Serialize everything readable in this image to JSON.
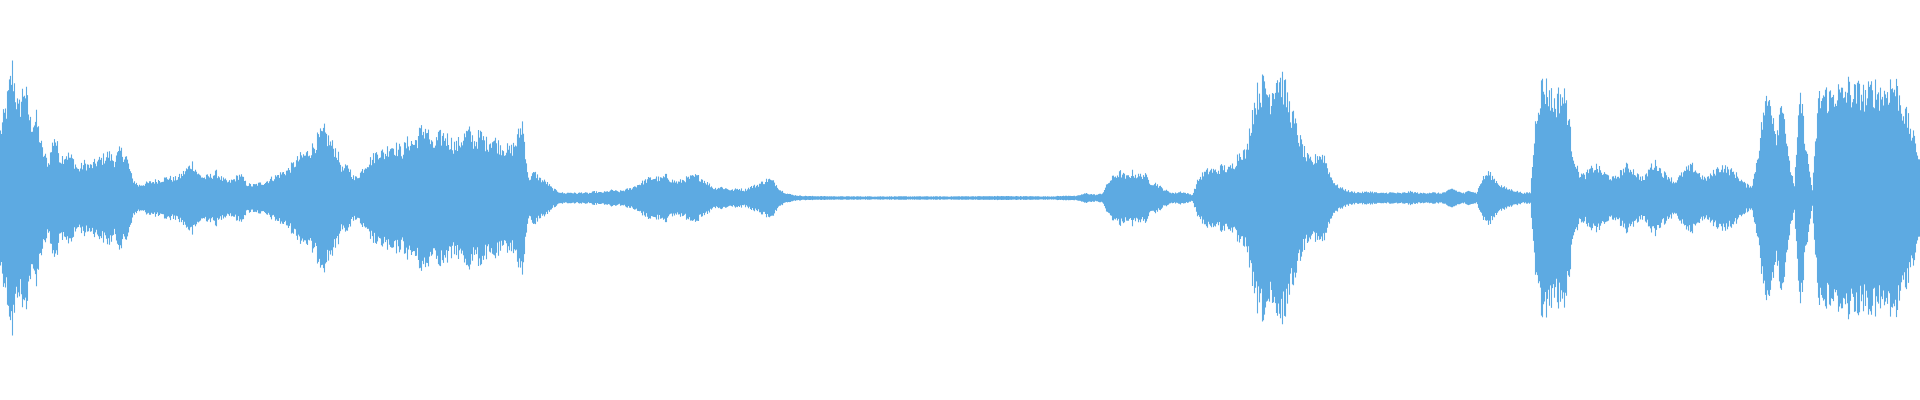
{
  "waveform": {
    "color": "#5DAAE2",
    "background": "#FFFFFF",
    "envelope": [
      [
        0,
        0.42
      ],
      [
        6,
        0.58
      ],
      [
        12,
        0.82
      ],
      [
        18,
        0.55
      ],
      [
        24,
        0.72
      ],
      [
        30,
        0.48
      ],
      [
        36,
        0.5
      ],
      [
        42,
        0.3
      ],
      [
        48,
        0.22
      ],
      [
        54,
        0.4
      ],
      [
        60,
        0.25
      ],
      [
        66,
        0.28
      ],
      [
        72,
        0.25
      ],
      [
        78,
        0.18
      ],
      [
        84,
        0.22
      ],
      [
        90,
        0.2
      ],
      [
        96,
        0.23
      ],
      [
        102,
        0.25
      ],
      [
        108,
        0.28
      ],
      [
        114,
        0.24
      ],
      [
        120,
        0.3
      ],
      [
        126,
        0.26
      ],
      [
        132,
        0.12
      ],
      [
        138,
        0.08
      ],
      [
        144,
        0.09
      ],
      [
        150,
        0.1
      ],
      [
        156,
        0.11
      ],
      [
        162,
        0.12
      ],
      [
        168,
        0.13
      ],
      [
        174,
        0.12
      ],
      [
        180,
        0.14
      ],
      [
        186,
        0.18
      ],
      [
        192,
        0.22
      ],
      [
        198,
        0.15
      ],
      [
        204,
        0.13
      ],
      [
        210,
        0.14
      ],
      [
        216,
        0.16
      ],
      [
        222,
        0.12
      ],
      [
        228,
        0.1
      ],
      [
        234,
        0.12
      ],
      [
        240,
        0.15
      ],
      [
        246,
        0.09
      ],
      [
        252,
        0.08
      ],
      [
        258,
        0.09
      ],
      [
        264,
        0.1
      ],
      [
        270,
        0.12
      ],
      [
        276,
        0.14
      ],
      [
        282,
        0.16
      ],
      [
        288,
        0.18
      ],
      [
        294,
        0.22
      ],
      [
        300,
        0.26
      ],
      [
        306,
        0.28
      ],
      [
        312,
        0.32
      ],
      [
        318,
        0.38
      ],
      [
        324,
        0.42
      ],
      [
        330,
        0.35
      ],
      [
        336,
        0.3
      ],
      [
        342,
        0.18
      ],
      [
        348,
        0.2
      ],
      [
        354,
        0.12
      ],
      [
        360,
        0.16
      ],
      [
        366,
        0.22
      ],
      [
        372,
        0.25
      ],
      [
        378,
        0.3
      ],
      [
        384,
        0.28
      ],
      [
        390,
        0.34
      ],
      [
        396,
        0.32
      ],
      [
        402,
        0.3
      ],
      [
        408,
        0.36
      ],
      [
        414,
        0.35
      ],
      [
        420,
        0.42
      ],
      [
        426,
        0.45
      ],
      [
        432,
        0.32
      ],
      [
        438,
        0.38
      ],
      [
        444,
        0.4
      ],
      [
        450,
        0.36
      ],
      [
        456,
        0.33
      ],
      [
        462,
        0.38
      ],
      [
        468,
        0.42
      ],
      [
        474,
        0.36
      ],
      [
        480,
        0.4
      ],
      [
        486,
        0.35
      ],
      [
        492,
        0.38
      ],
      [
        498,
        0.34
      ],
      [
        504,
        0.32
      ],
      [
        510,
        0.3
      ],
      [
        516,
        0.36
      ],
      [
        522,
        0.48
      ],
      [
        528,
        0.12
      ],
      [
        534,
        0.16
      ],
      [
        540,
        0.12
      ],
      [
        546,
        0.1
      ],
      [
        552,
        0.06
      ],
      [
        558,
        0.04
      ],
      [
        564,
        0.03
      ],
      [
        570,
        0.035
      ],
      [
        576,
        0.03
      ],
      [
        582,
        0.035
      ],
      [
        588,
        0.03
      ],
      [
        594,
        0.04
      ],
      [
        600,
        0.035
      ],
      [
        606,
        0.04
      ],
      [
        612,
        0.05
      ],
      [
        618,
        0.04
      ],
      [
        624,
        0.05
      ],
      [
        630,
        0.06
      ],
      [
        636,
        0.08
      ],
      [
        642,
        0.1
      ],
      [
        648,
        0.12
      ],
      [
        654,
        0.13
      ],
      [
        660,
        0.12
      ],
      [
        666,
        0.14
      ],
      [
        672,
        0.11
      ],
      [
        678,
        0.1
      ],
      [
        684,
        0.12
      ],
      [
        690,
        0.13
      ],
      [
        696,
        0.14
      ],
      [
        702,
        0.12
      ],
      [
        708,
        0.09
      ],
      [
        714,
        0.06
      ],
      [
        720,
        0.07
      ],
      [
        726,
        0.06
      ],
      [
        732,
        0.05
      ],
      [
        738,
        0.06
      ],
      [
        744,
        0.05
      ],
      [
        750,
        0.07
      ],
      [
        756,
        0.08
      ],
      [
        762,
        0.1
      ],
      [
        768,
        0.12
      ],
      [
        774,
        0.1
      ],
      [
        780,
        0.05
      ],
      [
        786,
        0.03
      ],
      [
        792,
        0.02
      ],
      [
        798,
        0.015
      ],
      [
        810,
        0.012
      ],
      [
        850,
        0.01
      ],
      [
        900,
        0.01
      ],
      [
        950,
        0.01
      ],
      [
        1000,
        0.012
      ],
      [
        1050,
        0.01
      ],
      [
        1070,
        0.015
      ],
      [
        1076,
        0.012
      ],
      [
        1080,
        0.02
      ],
      [
        1086,
        0.03
      ],
      [
        1090,
        0.025
      ],
      [
        1096,
        0.02
      ],
      [
        1102,
        0.03
      ],
      [
        1108,
        0.1
      ],
      [
        1114,
        0.14
      ],
      [
        1120,
        0.16
      ],
      [
        1126,
        0.13
      ],
      [
        1132,
        0.16
      ],
      [
        1138,
        0.14
      ],
      [
        1144,
        0.15
      ],
      [
        1150,
        0.1
      ],
      [
        1156,
        0.09
      ],
      [
        1162,
        0.06
      ],
      [
        1168,
        0.04
      ],
      [
        1174,
        0.03
      ],
      [
        1180,
        0.04
      ],
      [
        1186,
        0.03
      ],
      [
        1192,
        0.02
      ],
      [
        1198,
        0.12
      ],
      [
        1204,
        0.16
      ],
      [
        1210,
        0.18
      ],
      [
        1216,
        0.17
      ],
      [
        1222,
        0.2
      ],
      [
        1228,
        0.18
      ],
      [
        1234,
        0.22
      ],
      [
        1240,
        0.3
      ],
      [
        1246,
        0.28
      ],
      [
        1252,
        0.55
      ],
      [
        1258,
        0.68
      ],
      [
        1264,
        0.72
      ],
      [
        1270,
        0.65
      ],
      [
        1276,
        0.78
      ],
      [
        1282,
        0.74
      ],
      [
        1288,
        0.6
      ],
      [
        1294,
        0.48
      ],
      [
        1300,
        0.36
      ],
      [
        1306,
        0.26
      ],
      [
        1312,
        0.22
      ],
      [
        1318,
        0.28
      ],
      [
        1324,
        0.26
      ],
      [
        1330,
        0.14
      ],
      [
        1336,
        0.08
      ],
      [
        1342,
        0.06
      ],
      [
        1350,
        0.04
      ],
      [
        1360,
        0.035
      ],
      [
        1370,
        0.04
      ],
      [
        1380,
        0.03
      ],
      [
        1390,
        0.035
      ],
      [
        1400,
        0.03
      ],
      [
        1410,
        0.04
      ],
      [
        1420,
        0.03
      ],
      [
        1430,
        0.035
      ],
      [
        1440,
        0.03
      ],
      [
        1446,
        0.04
      ],
      [
        1452,
        0.06
      ],
      [
        1458,
        0.04
      ],
      [
        1464,
        0.03
      ],
      [
        1470,
        0.05
      ],
      [
        1476,
        0.03
      ],
      [
        1482,
        0.12
      ],
      [
        1488,
        0.16
      ],
      [
        1494,
        0.12
      ],
      [
        1500,
        0.08
      ],
      [
        1506,
        0.06
      ],
      [
        1512,
        0.05
      ],
      [
        1518,
        0.04
      ],
      [
        1524,
        0.03
      ],
      [
        1530,
        0.035
      ],
      [
        1536,
        0.55
      ],
      [
        1542,
        0.72
      ],
      [
        1548,
        0.68
      ],
      [
        1554,
        0.6
      ],
      [
        1560,
        0.66
      ],
      [
        1566,
        0.62
      ],
      [
        1572,
        0.3
      ],
      [
        1578,
        0.16
      ],
      [
        1584,
        0.14
      ],
      [
        1590,
        0.18
      ],
      [
        1596,
        0.2
      ],
      [
        1602,
        0.16
      ],
      [
        1608,
        0.14
      ],
      [
        1614,
        0.12
      ],
      [
        1620,
        0.16
      ],
      [
        1626,
        0.2
      ],
      [
        1632,
        0.18
      ],
      [
        1638,
        0.14
      ],
      [
        1644,
        0.12
      ],
      [
        1650,
        0.2
      ],
      [
        1656,
        0.22
      ],
      [
        1662,
        0.16
      ],
      [
        1668,
        0.14
      ],
      [
        1674,
        0.1
      ],
      [
        1680,
        0.14
      ],
      [
        1686,
        0.18
      ],
      [
        1692,
        0.2
      ],
      [
        1698,
        0.16
      ],
      [
        1704,
        0.12
      ],
      [
        1710,
        0.14
      ],
      [
        1716,
        0.18
      ],
      [
        1722,
        0.2
      ],
      [
        1728,
        0.18
      ],
      [
        1734,
        0.16
      ],
      [
        1740,
        0.12
      ],
      [
        1746,
        0.08
      ],
      [
        1752,
        0.08
      ],
      [
        1758,
        0.3
      ],
      [
        1764,
        0.58
      ],
      [
        1770,
        0.64
      ],
      [
        1776,
        0.4
      ],
      [
        1782,
        0.66
      ],
      [
        1788,
        0.24
      ],
      [
        1794,
        0.08
      ],
      [
        1800,
        0.66
      ],
      [
        1806,
        0.3
      ],
      [
        1812,
        0.05
      ],
      [
        1818,
        0.62
      ],
      [
        1824,
        0.66
      ],
      [
        1830,
        0.64
      ],
      [
        1836,
        0.68
      ],
      [
        1842,
        0.65
      ],
      [
        1848,
        0.7
      ],
      [
        1854,
        0.66
      ],
      [
        1860,
        0.68
      ],
      [
        1866,
        0.64
      ],
      [
        1872,
        0.7
      ],
      [
        1878,
        0.68
      ],
      [
        1884,
        0.66
      ],
      [
        1890,
        0.72
      ],
      [
        1896,
        0.7
      ],
      [
        1902,
        0.58
      ],
      [
        1908,
        0.48
      ],
      [
        1914,
        0.36
      ],
      [
        1920,
        0.24
      ]
    ]
  }
}
